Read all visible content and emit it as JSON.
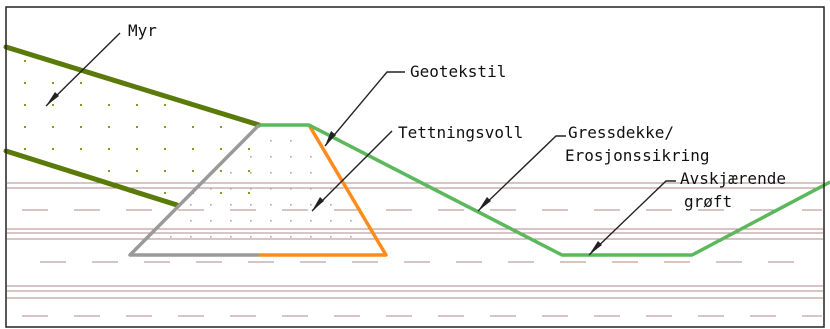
{
  "labels": {
    "myr": "Myr",
    "geotekstil": "Geotekstil",
    "tettningsvoll": "Tettningsvoll",
    "gressdekke_line1": "Gressdekke/",
    "gressdekke_line2": "Erosjonssikring",
    "avskjaerende_line1": "Avskjærende",
    "avskjaerende_line2": "grøft"
  },
  "colors": {
    "frame": "#222222",
    "soil_lines": "#b08888",
    "myr_lines": "#5a7a0a",
    "myr_dots": "#8a9a20",
    "grass": "#5cb85c",
    "geotextile": "#ff8c1a",
    "fill_edge": "#9a9a9a",
    "fill_dots": "#aaaaaa",
    "arrows": "#222222"
  }
}
